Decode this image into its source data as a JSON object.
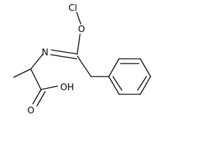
{
  "molecule": {
    "atoms": [
      {
        "id": "Cl",
        "label": "Cl"
      },
      {
        "id": "O_ester",
        "label": "O"
      },
      {
        "id": "N",
        "label": "N"
      },
      {
        "id": "OH",
        "label": "OH"
      },
      {
        "id": "O_carbonyl",
        "label": "O"
      }
    ]
  }
}
